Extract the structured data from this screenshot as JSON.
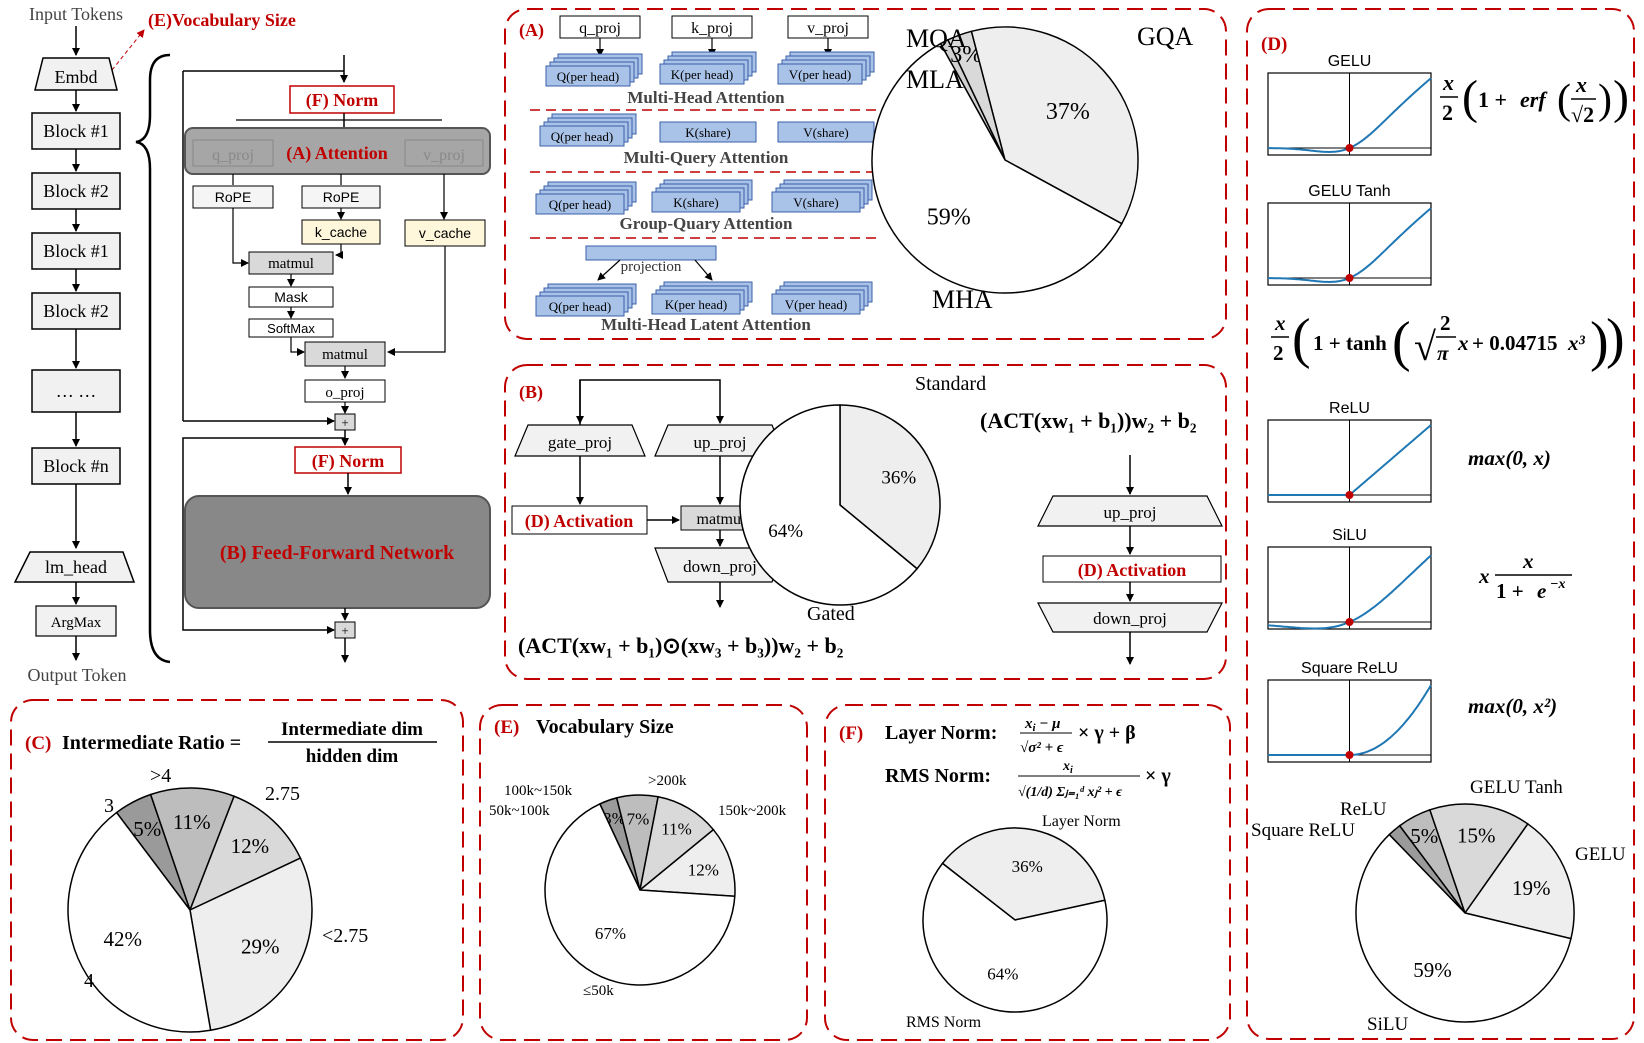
{
  "colors": {
    "red": "#c00000",
    "box_blue": "#a9c2e8",
    "box_blue_border": "#3a5fa8",
    "cache_yellow": "#fff7dc",
    "gray_block": "#a6a6a6",
    "light_gray": "#eeeeee"
  },
  "model": {
    "input_tokens": "Input Tokens",
    "vocab_label": "(E)Vocabulary Size",
    "embd": "Embd",
    "blocks": [
      "Block #1",
      "Block #2",
      "Block #1",
      "Block #2",
      "… …",
      "Block #n"
    ],
    "lm_head": "lm_head",
    "argmax": "ArgMax",
    "output_token": "Output Token"
  },
  "block": {
    "norm1": "(F) Norm",
    "attention": "(A) Attention",
    "q_proj": "q_proj",
    "v_proj": "v_proj",
    "rope1": "RoPE",
    "rope2": "RoPE",
    "k_cache": "k_cache",
    "v_cache": "v_cache",
    "matmul1": "matmul",
    "mask": "Mask",
    "softmax": "SoftMax",
    "matmul2": "matmul",
    "o_proj": "o_proj",
    "plus": "+",
    "norm2": "(F) Norm",
    "ffn": "(B) Feed-Forward Network"
  },
  "panelA": {
    "tag": "(A)",
    "q_proj": "q_proj",
    "k_proj": "k_proj",
    "v_proj": "v_proj",
    "q_head": "Q(per head)",
    "k_head": "K(per head)",
    "v_head": "V(per head)",
    "k_share": "K(share)",
    "v_share": "V(share)",
    "projection": "projection",
    "mha": "Multi-Head Attention",
    "mqa": "Multi-Query Attention",
    "gqa": "Group-Quary Attention",
    "mla": "Multi-Head Latent Attention",
    "pie_labels": [
      "MQA",
      "MLA",
      "GQA",
      "MHA"
    ]
  },
  "panelB": {
    "tag": "(B)",
    "gate_proj": "gate_proj",
    "up_proj": "up_proj",
    "activation": "(D) Activation",
    "matmul": "matmul",
    "down_proj": "down_proj",
    "std_label": "Standard",
    "gated_label": "Gated",
    "std_formula": "(ACT(xw₁ + b₁))w₂ + b₂",
    "gated_formula": "(ACT(xw₁ + b₁)⊙(xw₃ + b₃))w₂ + b₂",
    "std_up": "up_proj",
    "std_act": "(D) Activation",
    "std_down": "down_proj"
  },
  "panelC": {
    "tag": "(C)",
    "title": "Intermediate Ratio =",
    "num": "Intermediate dim",
    "den": "hidden dim"
  },
  "panelD": {
    "tag": "(D)",
    "names": [
      "GELU",
      "GELU Tanh",
      "ReLU",
      "SiLU",
      "Square ReLU"
    ],
    "f_relu": "max(0, x)",
    "f_sqrelu": "max(0, x²)"
  },
  "panelE": {
    "tag": "(E)",
    "title": "Vocabulary Size"
  },
  "panelF": {
    "tag": "(F)",
    "layer_norm": "Layer Norm:",
    "rms_norm": "RMS Norm:"
  },
  "chart_data": [
    {
      "type": "pie",
      "name": "attention",
      "labels": [
        "MQA",
        "MLA",
        "GQA",
        "MHA"
      ],
      "values": [
        1,
        3,
        37,
        59
      ],
      "value_labels": [
        "",
        "3%",
        "37%",
        "59%"
      ]
    },
    {
      "type": "pie",
      "name": "ffn",
      "labels": [
        "Standard",
        "Gated"
      ],
      "values": [
        36,
        64
      ],
      "value_labels": [
        "36%",
        "64%"
      ]
    },
    {
      "type": "pie",
      "name": "intermediate_ratio",
      "labels": [
        "3",
        ">4",
        "2.75",
        "<2.75",
        "4"
      ],
      "values": [
        5,
        11,
        12,
        29,
        42
      ],
      "value_labels": [
        "5%",
        "11%",
        "12%",
        "29%",
        "42%"
      ]
    },
    {
      "type": "pie",
      "name": "vocab",
      "labels": [
        "50k~100k",
        "100k~150k",
        ">200k",
        "150k~200k",
        "≤50k"
      ],
      "values": [
        3,
        7,
        11,
        12,
        67
      ],
      "value_labels": [
        "3%",
        "7%",
        "11%",
        "12%",
        "67%"
      ]
    },
    {
      "type": "pie",
      "name": "norm",
      "labels": [
        "Layer Norm",
        "RMS Norm"
      ],
      "values": [
        36,
        64
      ],
      "value_labels": [
        "36%",
        "64%"
      ]
    },
    {
      "type": "pie",
      "name": "activation",
      "labels": [
        "Square ReLU",
        "ReLU",
        "GELU Tanh",
        "GELU",
        "SiLU"
      ],
      "values": [
        2,
        5,
        15,
        19,
        59
      ],
      "value_labels": [
        "",
        "5%",
        "15%",
        "19%",
        "59%"
      ]
    }
  ]
}
